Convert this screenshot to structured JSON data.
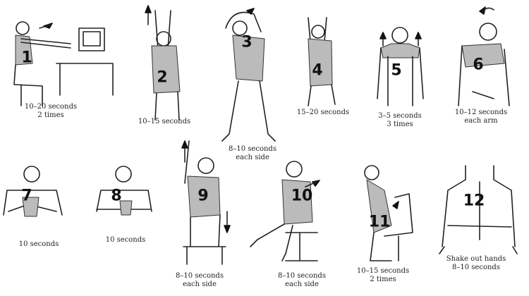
{
  "stretches": [
    {
      "number": "1",
      "lines": [
        "10–20 seconds",
        "2 times"
      ]
    },
    {
      "number": "2",
      "lines": [
        "10–15 seconds"
      ]
    },
    {
      "number": "3",
      "lines": [
        "8–10 seconds",
        "each side"
      ]
    },
    {
      "number": "4",
      "lines": [
        "15–20 seconds"
      ]
    },
    {
      "number": "5",
      "lines": [
        "3–5 seconds",
        "3 times"
      ]
    },
    {
      "number": "6",
      "lines": [
        "10–12 seconds",
        "each arm"
      ]
    },
    {
      "number": "7",
      "lines": [
        "10 seconds"
      ]
    },
    {
      "number": "8",
      "lines": [
        "10 seconds"
      ]
    },
    {
      "number": "9",
      "lines": [
        "8–10 seconds",
        "each side"
      ]
    },
    {
      "number": "10",
      "lines": [
        "8–10 seconds",
        "each side"
      ]
    },
    {
      "number": "11",
      "lines": [
        "10–15 seconds",
        "2 times"
      ]
    },
    {
      "number": "12",
      "lines": [
        "Shake out hands",
        "8–10 seconds"
      ]
    }
  ]
}
